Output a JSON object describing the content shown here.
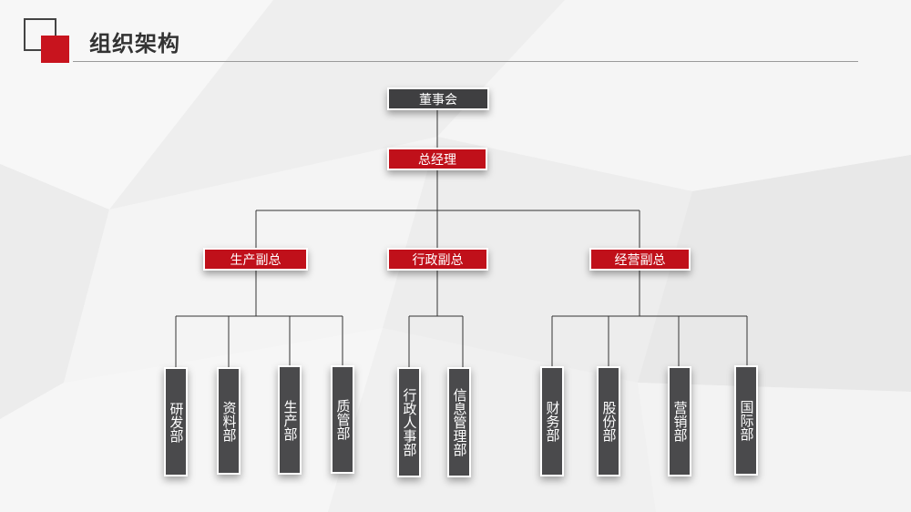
{
  "header": {
    "title": "组织架构"
  },
  "org": {
    "board": "董事会",
    "gm": "总经理",
    "vps": [
      "生产副总",
      "行政副总",
      "经营副总"
    ],
    "departments": [
      "研发部",
      "资料部",
      "生产部",
      "质管部",
      "行政人事部",
      "信息管理部",
      "财务部",
      "股份部",
      "营销部",
      "国际部"
    ]
  },
  "colors": {
    "accent": "#c0101a",
    "dark": "#3f3f41"
  }
}
